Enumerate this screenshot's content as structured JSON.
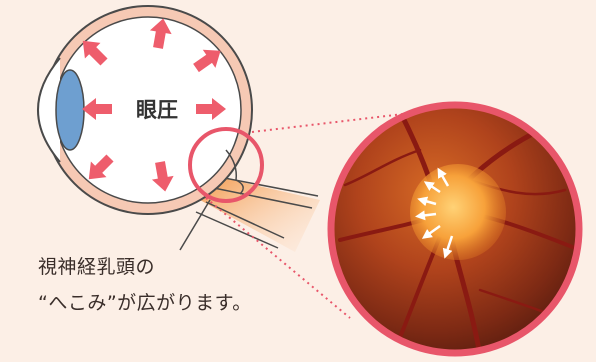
{
  "eye": {
    "pressure_label": "眼圧"
  },
  "caption": {
    "line1": "視神経乳頭の",
    "line2": "“へこみ”が広がります。"
  },
  "colors": {
    "background": "#fcefe6",
    "eye_fill": "#ffffff",
    "eye_wall": "#f6c9b4",
    "eye_outline": "#4a4a4a",
    "arrow": "#ee5d6c",
    "highlight_circle": "#e8566a",
    "cornea": "#6e9fd0",
    "label_bg": "#ffffff"
  },
  "icons": [
    "pressure-arrow-icon",
    "cupping-arrow-icon"
  ]
}
